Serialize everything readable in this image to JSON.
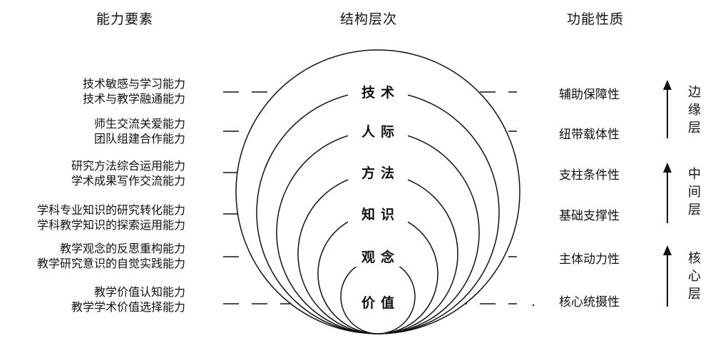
{
  "headers": {
    "left": "能力要素",
    "center": "结构层次",
    "right": "功能性质"
  },
  "rows": [
    {
      "layer": "技术",
      "abilities": [
        "技术敏感与学习能力",
        "技术与教学融通能力"
      ],
      "function": "辅助保障性"
    },
    {
      "layer": "人际",
      "abilities": [
        "师生交流关爱能力",
        "团队组建合作能力"
      ],
      "function": "纽带载体性"
    },
    {
      "layer": "方法",
      "abilities": [
        "研究方法综合运用能力",
        "学术成果写作交流能力"
      ],
      "function": "支柱条件性"
    },
    {
      "layer": "知识",
      "abilities": [
        "学科专业知识的研究转化能力",
        "学科教学知识的探索运用能力"
      ],
      "function": "基础支撑性"
    },
    {
      "layer": "观念",
      "abilities": [
        "教学观念的反思重构能力",
        "教学研究意识的自觉实践能力"
      ],
      "function": "主体动力性"
    },
    {
      "layer": "价值",
      "abilities": [
        "教学价值认知能力",
        "教学学术价值选择能力"
      ],
      "function": "核心统摄性"
    }
  ],
  "groups": [
    {
      "label": "边缘层",
      "chars": [
        "边",
        "缘",
        "层"
      ]
    },
    {
      "label": "中间层",
      "chars": [
        "中",
        "间",
        "层"
      ]
    },
    {
      "label": "核心层",
      "chars": [
        "核",
        "心",
        "层"
      ]
    }
  ]
}
